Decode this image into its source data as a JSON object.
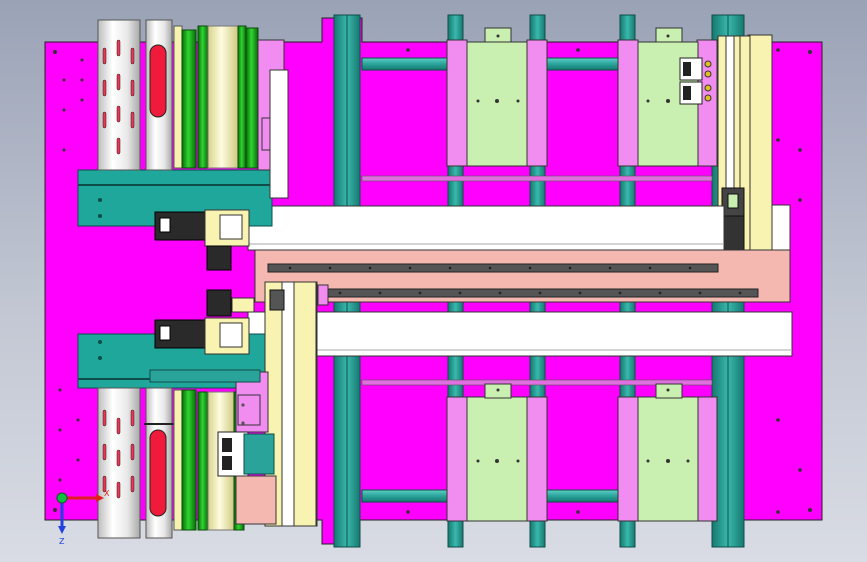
{
  "viewport": {
    "background_top": "#9aa2b6",
    "background_bottom": "#d9dce4"
  },
  "triad": {
    "x_label": "X",
    "z_label": "Z",
    "x_color": "#e02020",
    "z_color": "#2040e0",
    "origin_color": "#10c040"
  },
  "colors": {
    "base_plate": "#ff00ff",
    "rail": "#2aa39a",
    "rail_dark": "#14746c",
    "carriage_panel": "#f18df0",
    "carriage_block": "#c9f0b0",
    "beam": "#ffffff",
    "beam_pad": "#f4b8b0",
    "yellow_part": "#f8f3b0",
    "roller_green": "#16a516",
    "roller_cream": "#f6f3b0",
    "roller_white": "#ececec",
    "roller_red": "#f01a3a",
    "slot_red": "#ee3355",
    "motor_dark": "#2a2a2a"
  },
  "components": [
    "base-plate",
    "linear-rail",
    "carriage",
    "gantry-beam",
    "roller",
    "motor",
    "cable-chain",
    "bracket"
  ]
}
